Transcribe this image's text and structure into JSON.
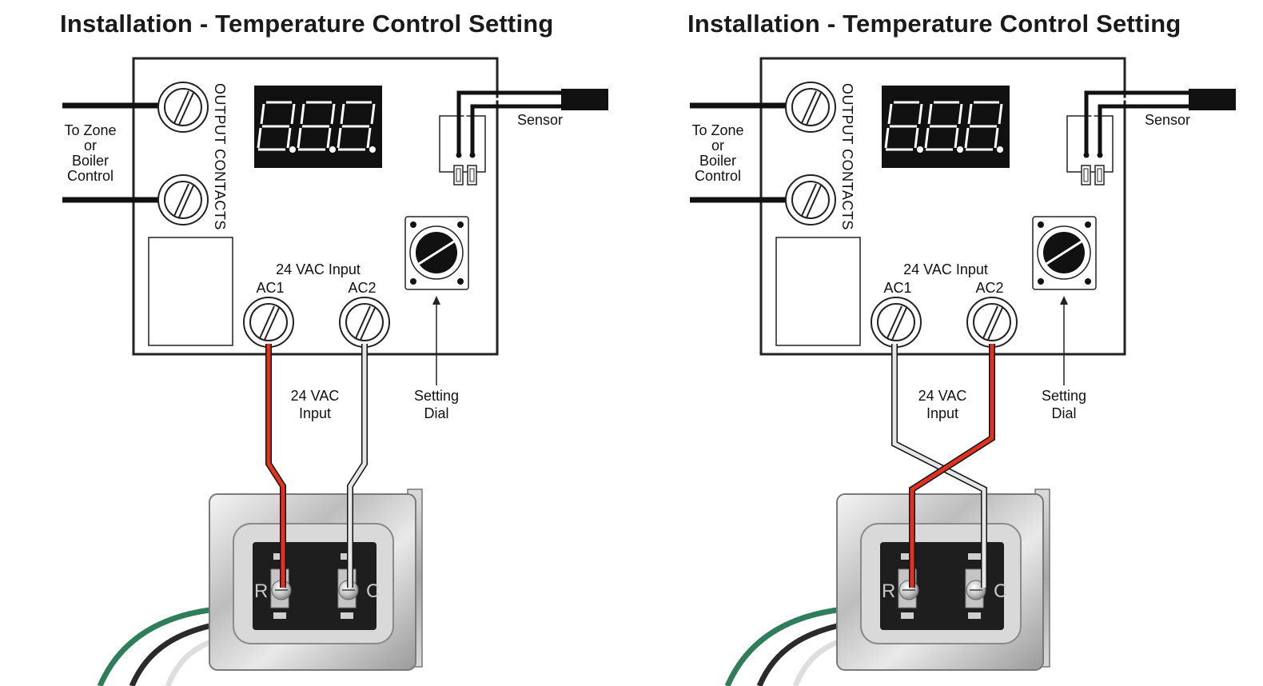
{
  "panels": [
    {
      "title": "Installation - Temperature Control Setting",
      "labels": {
        "to_zone": "To Zone",
        "or": "or",
        "boiler": "Boiler",
        "control": "Control",
        "output_contacts": "OUTPUT CONTACTS",
        "sensor": "Sensor",
        "vac_input_top": "24 VAC Input",
        "ac1": "AC1",
        "ac2": "AC2",
        "vac_input_line1": "24 VAC",
        "vac_input_line2": "Input",
        "setting_line1": "Setting",
        "setting_line2": "Dial",
        "terminal_r": "R",
        "terminal_c": "C"
      },
      "wiring": "straight"
    },
    {
      "title": "Installation - Temperature Control Setting",
      "labels": {
        "to_zone": "To Zone",
        "or": "or",
        "boiler": "Boiler",
        "control": "Control",
        "output_contacts": "OUTPUT CONTACTS",
        "sensor": "Sensor",
        "vac_input_top": "24 VAC Input",
        "ac1": "AC1",
        "ac2": "AC2",
        "vac_input_line1": "24 VAC",
        "vac_input_line2": "Input",
        "setting_line1": "Setting",
        "setting_line2": "Dial",
        "terminal_r": "R",
        "terminal_c": "C"
      },
      "wiring": "crossed"
    }
  ],
  "colors": {
    "red_wire": "#e0321e",
    "white_wire": "#e6e6e6",
    "green_lead": "#2e7d5b",
    "black_lead": "#2a2a2a",
    "display_bg": "#111111"
  }
}
